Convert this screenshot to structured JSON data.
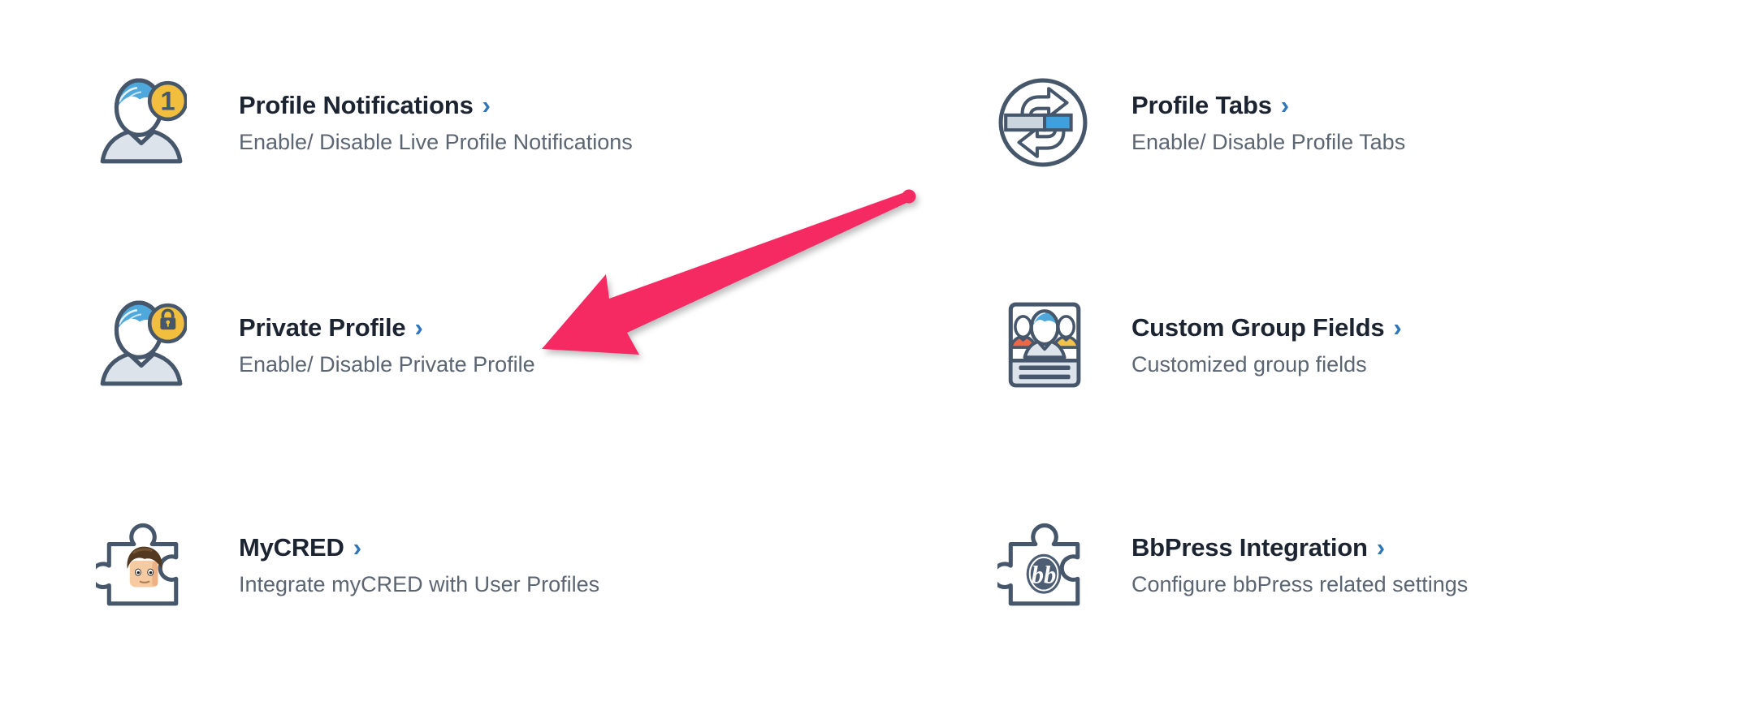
{
  "page": {
    "background_color": "#FFFFFF"
  },
  "colors": {
    "title_text": "#1B2430",
    "description_text": "#5B6672",
    "chevron_blue": "#2E76B9",
    "icon_outline_slate": "#46566B",
    "icon_hair_blue": "#4FA8DC",
    "icon_light_gray": "#DCE3EA",
    "badge_yellow": "#F2BE3D",
    "tab_bar_blue": "#41A0DB",
    "tab_bar_gray": "#CBD5DD",
    "person_orange": "#EC6747",
    "person_yellow": "#F2C34A",
    "annotation_arrow_pink": "#F62A63"
  },
  "items": [
    {
      "id": "profile-notifications",
      "title": "Profile Notifications",
      "chevron": "›",
      "description": "Enable/ Disable Live Profile Notifications",
      "icon": "person-notification-icon"
    },
    {
      "id": "profile-tabs",
      "title": "Profile Tabs",
      "chevron": "›",
      "description": "Enable/ Disable Profile Tabs",
      "icon": "profile-tabs-sync-icon"
    },
    {
      "id": "private-profile",
      "title": "Private Profile",
      "chevron": "›",
      "description": "Enable/ Disable Private Profile",
      "icon": "person-lock-icon"
    },
    {
      "id": "custom-group-fields",
      "title": "Custom Group Fields",
      "chevron": "›",
      "description": "Customized group fields",
      "icon": "group-card-icon"
    },
    {
      "id": "mycred",
      "title": "MyCRED",
      "chevron": "›",
      "description": "Integrate myCRED with User Profiles",
      "icon": "puzzle-face-icon"
    },
    {
      "id": "bbpress-integration",
      "title": "BbPress Integration",
      "chevron": "›",
      "description": "Configure bbPress related settings",
      "icon": "puzzle-bbpress-icon"
    }
  ],
  "badges": {
    "notification_count": "1",
    "bbpress_logo_text": "bb"
  },
  "annotation": {
    "shape": "arrow",
    "color": "#F62A63",
    "points_to": "Private Profile"
  }
}
